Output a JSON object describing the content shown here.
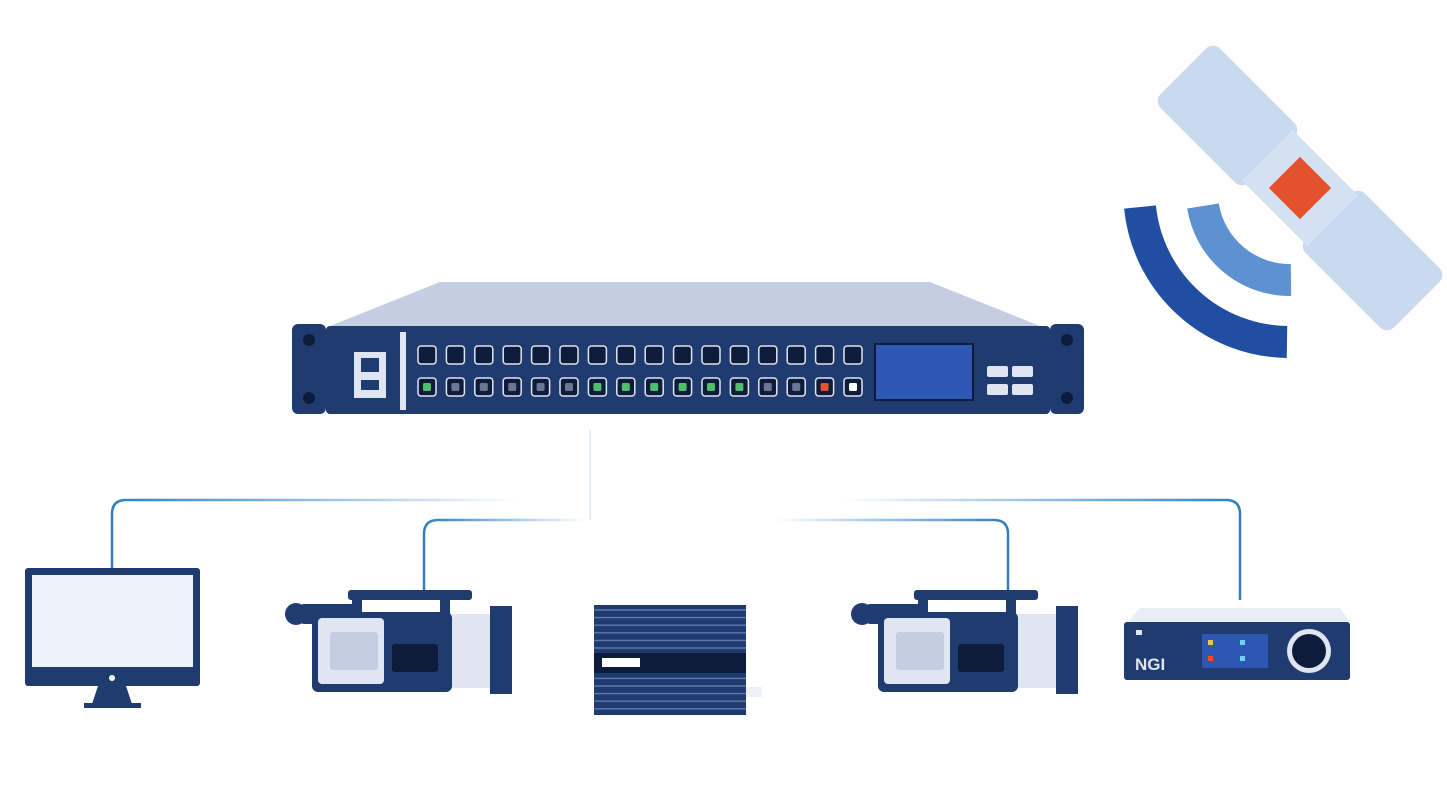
{
  "diagram": {
    "colors": {
      "navy": "#1f3b6f",
      "navy_dark": "#142b55",
      "rack_top": "#c5cde3",
      "cable": "#2f7fc4",
      "satellite_panel": "#c9d9ef",
      "satellite_core": "#e4512c",
      "signal_outer": "#1f4ea3",
      "signal_inner": "#5d91cf",
      "screen": "#edf3fb",
      "display_lcd": "#2e56b3",
      "led_green": "#4fbf6a",
      "led_red": "#e4512c",
      "led_white": "#ffffff",
      "led_gray": "#6c7690"
    },
    "switch": {
      "port_count": 16,
      "led_states": [
        "green",
        "gray",
        "gray",
        "gray",
        "gray",
        "gray",
        "green",
        "green",
        "green",
        "green",
        "green",
        "green",
        "gray",
        "gray",
        "red",
        "white"
      ]
    },
    "nodes": [
      {
        "id": "monitor",
        "icon": "monitor-icon"
      },
      {
        "id": "camera-left",
        "icon": "video-camera-icon"
      },
      {
        "id": "server-box",
        "icon": "server-icon"
      },
      {
        "id": "camera-right",
        "icon": "video-camera-icon"
      },
      {
        "id": "decoder",
        "icon": "decoder-icon"
      },
      {
        "id": "satellite",
        "icon": "satellite-icon"
      }
    ],
    "decoder_logo_text": "NGI"
  }
}
